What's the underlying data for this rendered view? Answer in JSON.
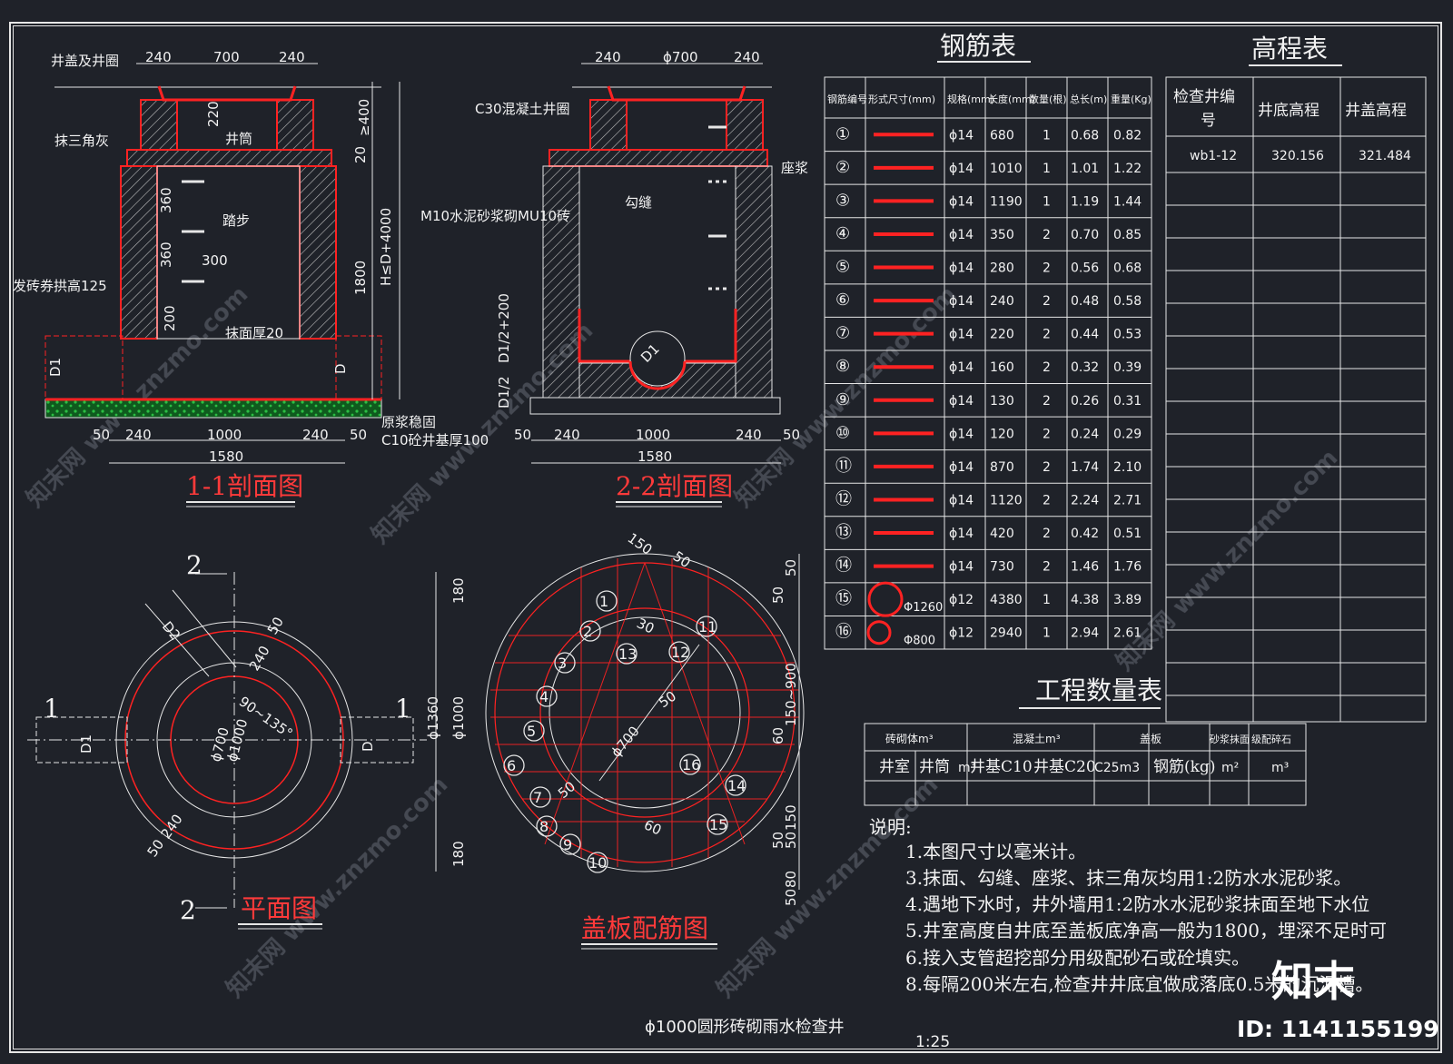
{
  "section11": {
    "title": "1-1剖面图",
    "labels": {
      "cover": "井盖及井圈",
      "triangle": "抹三角灰",
      "chimney": "井筒",
      "step": "踏步",
      "arch": "发砖券拱高125",
      "plaster": "抹面厚20",
      "slurry": "原浆稳固",
      "base": "C10砼井基厚100",
      "h": "H≤D+4000"
    },
    "dims": {
      "top240a": "240",
      "top700": "700",
      "top240b": "240",
      "d220": "220",
      "d360a": "360",
      "d360b": "360",
      "d300": "300",
      "d200": "200",
      "d1800": "1800",
      "d20": "20",
      "d400": "≥400",
      "b50a": "50",
      "b240a": "240",
      "b1000": "1000",
      "b240b": "240",
      "b50b": "50",
      "b1580": "1580",
      "d1": "D1",
      "dd": "D"
    }
  },
  "section22": {
    "title": "2-2剖面图",
    "labels": {
      "ring": "C30混凝土井圈",
      "mortar": "座浆",
      "joint": "勾缝",
      "brick": "M10水泥砂浆砌MU10砖",
      "d1half200": "D1/2+200",
      "d1half": "D1/2",
      "d1circle": "D1"
    },
    "dims": {
      "t240a": "240",
      "t700": "ϕ700",
      "t240b": "240",
      "b50a": "50",
      "b240a": "240",
      "b1000": "1000",
      "b240b": "240",
      "b50b": "50",
      "b1580": "1580"
    }
  },
  "plan": {
    "title": "平面图",
    "labels": {
      "cut2top": "2",
      "cut2bottom": "2",
      "cut1left": "1",
      "cut1right": "1",
      "d2": "D2",
      "d1": "D1",
      "d": "D",
      "a50": "50",
      "a240": "240",
      "angle": "90~135°",
      "p700": "ϕ700",
      "p1000": "ϕ1000",
      "b240": "240",
      "b50": "50"
    }
  },
  "cover": {
    "title": "盖板配筋图",
    "dims": {
      "d150": "150",
      "d50a": "50",
      "d30": "30",
      "d50b": "50",
      "p700": "ϕ700",
      "d50c": "50",
      "d60": "60",
      "v180a": "180",
      "v1360": "ϕ1360",
      "v1000": "ϕ1000",
      "v180b": "180",
      "r50": "50",
      "r50b": "50",
      "r150900": "150~900",
      "r60": "60",
      "r150": "150",
      "r50c": "50",
      "r50d": "50",
      "r80": "80",
      "r50e": "50"
    },
    "numbers": [
      "①",
      "②",
      "③",
      "④",
      "⑤",
      "⑥",
      "⑦",
      "⑧",
      "⑨",
      "⑩",
      "⑪",
      "⑫",
      "⑬",
      "⑭",
      "⑮",
      "⑯"
    ]
  },
  "rebar": {
    "title": "钢筋表",
    "headers": [
      "钢筋编号",
      "形式尺寸(mm)",
      "规格(mm)",
      "长度(mm)",
      "数量(根)",
      "总长(m)",
      "重量(Kg)"
    ],
    "rows": [
      {
        "no": "①",
        "spec": "ϕ14",
        "len": "680",
        "qty": "1",
        "total": "0.68",
        "wt": "0.82"
      },
      {
        "no": "②",
        "spec": "ϕ14",
        "len": "1010",
        "qty": "1",
        "total": "1.01",
        "wt": "1.22"
      },
      {
        "no": "③",
        "spec": "ϕ14",
        "len": "1190",
        "qty": "1",
        "total": "1.19",
        "wt": "1.44"
      },
      {
        "no": "④",
        "spec": "ϕ14",
        "len": "350",
        "qty": "2",
        "total": "0.70",
        "wt": "0.85"
      },
      {
        "no": "⑤",
        "spec": "ϕ14",
        "len": "280",
        "qty": "2",
        "total": "0.56",
        "wt": "0.68"
      },
      {
        "no": "⑥",
        "spec": "ϕ14",
        "len": "240",
        "qty": "2",
        "total": "0.48",
        "wt": "0.58"
      },
      {
        "no": "⑦",
        "spec": "ϕ14",
        "len": "220",
        "qty": "2",
        "total": "0.44",
        "wt": "0.53"
      },
      {
        "no": "⑧",
        "spec": "ϕ14",
        "len": "160",
        "qty": "2",
        "total": "0.32",
        "wt": "0.39"
      },
      {
        "no": "⑨",
        "spec": "ϕ14",
        "len": "130",
        "qty": "2",
        "total": "0.26",
        "wt": "0.31"
      },
      {
        "no": "⑩",
        "spec": "ϕ14",
        "len": "120",
        "qty": "2",
        "total": "0.24",
        "wt": "0.29"
      },
      {
        "no": "⑪",
        "spec": "ϕ14",
        "len": "870",
        "qty": "2",
        "total": "1.74",
        "wt": "2.10"
      },
      {
        "no": "⑫",
        "spec": "ϕ14",
        "len": "1120",
        "qty": "2",
        "total": "2.24",
        "wt": "2.71"
      },
      {
        "no": "⑬",
        "spec": "ϕ14",
        "len": "420",
        "qty": "2",
        "total": "0.42",
        "wt": "0.51"
      },
      {
        "no": "⑭",
        "spec": "ϕ14",
        "len": "730",
        "qty": "2",
        "total": "1.46",
        "wt": "1.76"
      },
      {
        "no": "⑮",
        "spec": "ϕ12",
        "len": "4380",
        "qty": "1",
        "total": "4.38",
        "wt": "3.89",
        "shape": "Φ1260"
      },
      {
        "no": "⑯",
        "spec": "ϕ12",
        "len": "2940",
        "qty": "1",
        "total": "2.94",
        "wt": "2.61",
        "shape": "Φ800"
      }
    ]
  },
  "elevation": {
    "title": "高程表",
    "headers": [
      "检查井编号",
      "井底高程",
      "井盖高程"
    ],
    "rows": [
      {
        "id": "wb1-12",
        "bottom": "320.156",
        "top": "321.484"
      }
    ]
  },
  "quantity": {
    "title": "工程数量表",
    "headers": [
      "砖砌体m³",
      "混凝土m³",
      "盖板",
      "砂浆抹面",
      "级配碎石"
    ],
    "sub": [
      "井室",
      "井筒",
      "m³",
      "井基C10",
      "井基C20",
      "C25m3",
      "钢筋(kg)",
      "m²",
      "m³"
    ]
  },
  "notes": {
    "title": "说明:",
    "items": [
      "1.本图尺寸以毫米计。",
      "3.抹面、勾缝、座浆、抹三角灰均用1:2防水水泥砂浆。",
      "4.遇地下水时，井外墙用1:2防水水泥砂浆抹面至地下水位",
      "5.井室高度自井底至盖板底净高一般为1800，埋深不足时可",
      "6.接入支管超挖部分用级配砂石或砼填实。",
      "8.每隔200米左右,检查井井底宜做成落底0.5米的沉泥槽。"
    ]
  },
  "footer": {
    "drawing": "ϕ1000圆形砖砌雨水检查井",
    "scale": "1:25"
  },
  "branding": {
    "logo": "知末",
    "id": "ID: 1141155199",
    "watermark": "知末网 www.znzmo.com"
  },
  "colors": {
    "background": "#1f2229",
    "line": "#e6e6e6",
    "red": "#ff2222",
    "hatch": "#c8c8c8",
    "green": "#1a7a2a"
  }
}
